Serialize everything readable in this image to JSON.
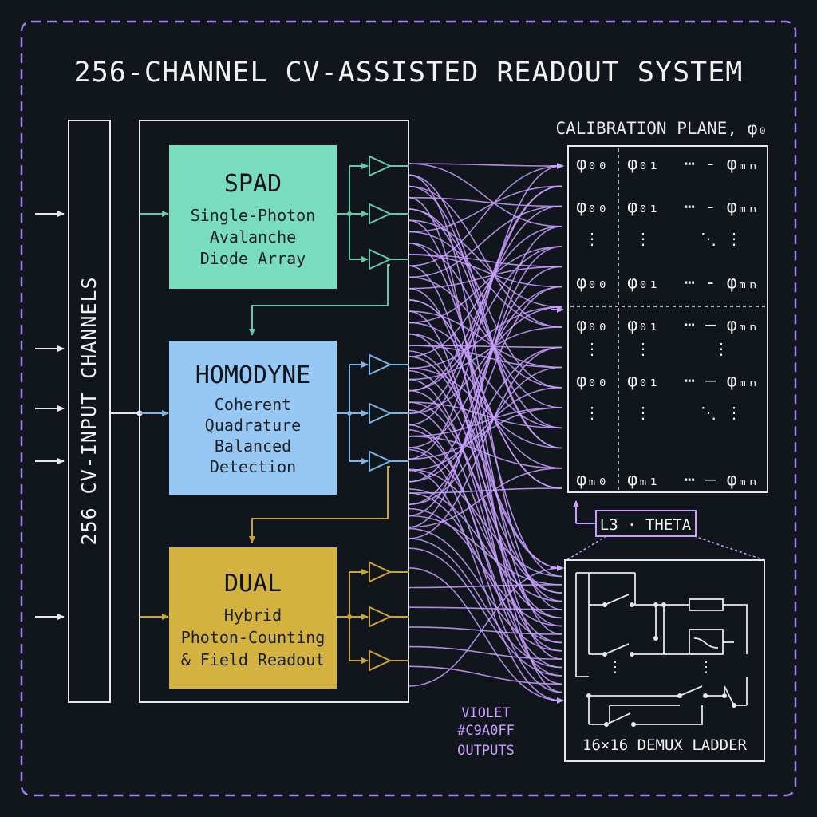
{
  "title": "256-CHANNEL CV-ASSISTED READOUT SYSTEM",
  "input_bar": {
    "label": "256 CV-INPUT CHANNELS"
  },
  "blocks": [
    {
      "id": "spad",
      "title": "SPAD",
      "lines": [
        "Single-Photon",
        "Avalanche",
        "Diode Array"
      ],
      "color": "#79dcbc",
      "wire": "#66c9a6"
    },
    {
      "id": "homodyne",
      "title": "HOMODYNE",
      "lines": [
        "Coherent",
        "Quadrature",
        "Balanced",
        "Detection"
      ],
      "color": "#97c8f4",
      "wire": "#7fb4e6"
    },
    {
      "id": "dual",
      "title": "DUAL",
      "lines": [
        "Hybrid",
        "Photon-Counting",
        "& Field Readout"
      ],
      "color": "#d3b23f",
      "wire": "#c9a43a"
    }
  ],
  "calibration": {
    "heading": "CALIBRATION PLANE, φ₀",
    "rows": [
      [
        "φ₀₀",
        "φ₀₁",
        "⋯ - φₘₙ"
      ],
      [
        "φ₀₀",
        "φ₀₁",
        "⋯ - φₘₙ"
      ],
      [
        "⋮",
        "⋮",
        "⋱  ⋮"
      ],
      [
        "φ₀₀",
        "φ₀₁",
        "⋯ - φₘₙ"
      ],
      [
        "φ₀₀",
        "φ₀₁",
        "⋯ – φₘₙ"
      ],
      [
        "⋮",
        "⋮",
        "⋮"
      ],
      [
        "φ₀₀",
        "φ₀₁",
        "⋯ – φₘₙ"
      ],
      [
        "⋮",
        "⋮",
        "⋱  ⋮"
      ],
      [
        "φₘ₀",
        "φₘ₁",
        "⋯ – φₘₙ"
      ]
    ]
  },
  "l3_label": "L3 · THETA",
  "demux_label": "16×16 DEMUX LADDER",
  "violet_note": [
    "VIOLET",
    "#C9A0FF",
    "OUTPUTS"
  ],
  "colors": {
    "background": "#10161b",
    "violet": "#c9a0ff",
    "frame": "#a57de6",
    "line": "#e8e8e8"
  }
}
